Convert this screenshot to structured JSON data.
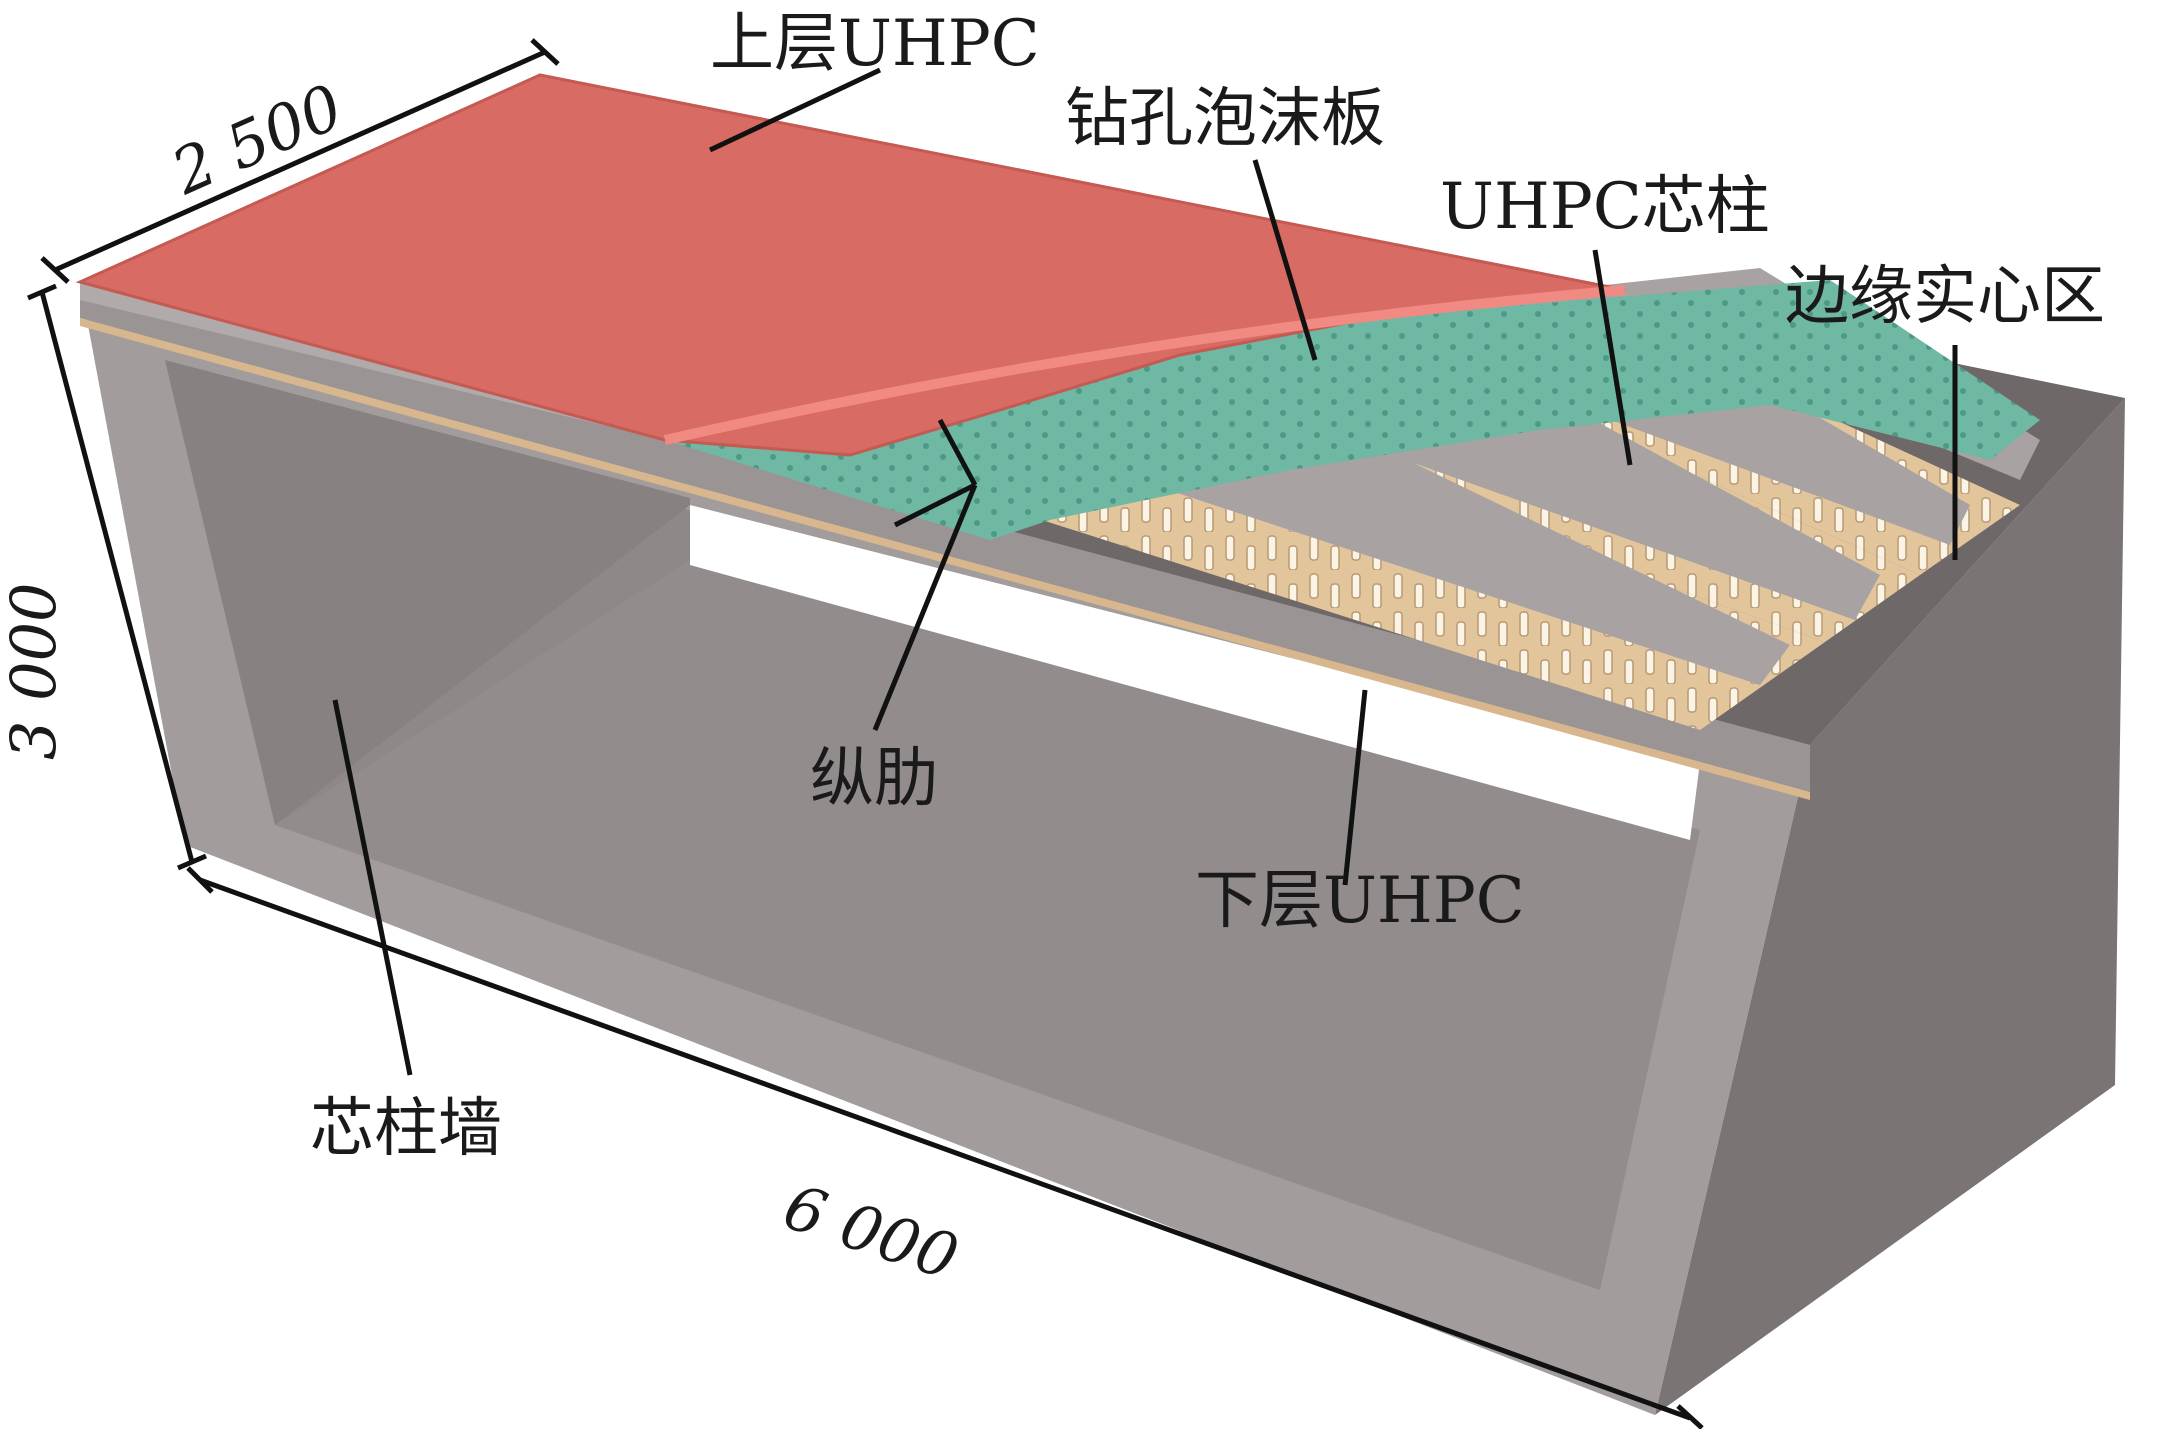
{
  "labels": {
    "top_uhpc": "上层UHPC",
    "foam_board": "钻孔泡沫板",
    "uhpc_core": "UHPC芯柱",
    "edge_solid": "边缘实心区",
    "rib": "纵肋",
    "bottom_uhpc": "下层UHPC",
    "core_wall": "芯柱墙"
  },
  "dimensions": {
    "width": "2 500",
    "height": "3 000",
    "length": "6 000"
  },
  "colors": {
    "top_uhpc": "#d86b63",
    "foam": "#6fb8a3",
    "concrete": "#8e8a8a",
    "core_bed": "#e6c9a0"
  }
}
